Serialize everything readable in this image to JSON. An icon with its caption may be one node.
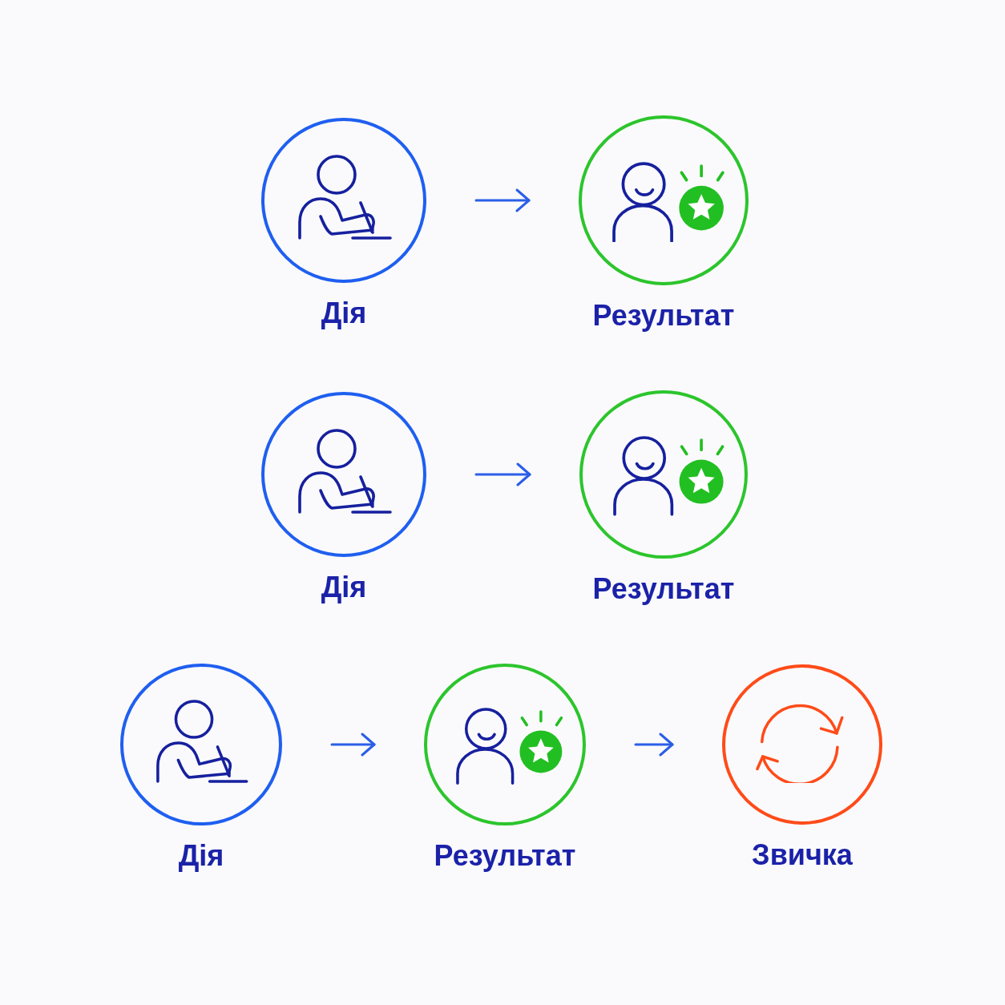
{
  "diagram": {
    "nodes": [
      {
        "text": [
          "Дія"
        ]
      },
      {
        "text": [
          "Результат"
        ]
      },
      {
        "text": [
          "Дія"
        ]
      },
      {
        "text": [
          "Результат"
        ]
      },
      {
        "text": [
          "Дія"
        ]
      },
      {
        "text": [
          "Результат"
        ]
      },
      {
        "text": [
          "Звичка"
        ]
      }
    ],
    "edges": [
      {
        "from": 0,
        "to": 1,
        "arrow": "to"
      },
      {
        "from": 2,
        "to": 3,
        "arrow": "to"
      },
      {
        "from": 4,
        "to": 5,
        "arrow": "to"
      },
      {
        "from": 5,
        "to": 6,
        "arrow": "to"
      }
    ]
  }
}
